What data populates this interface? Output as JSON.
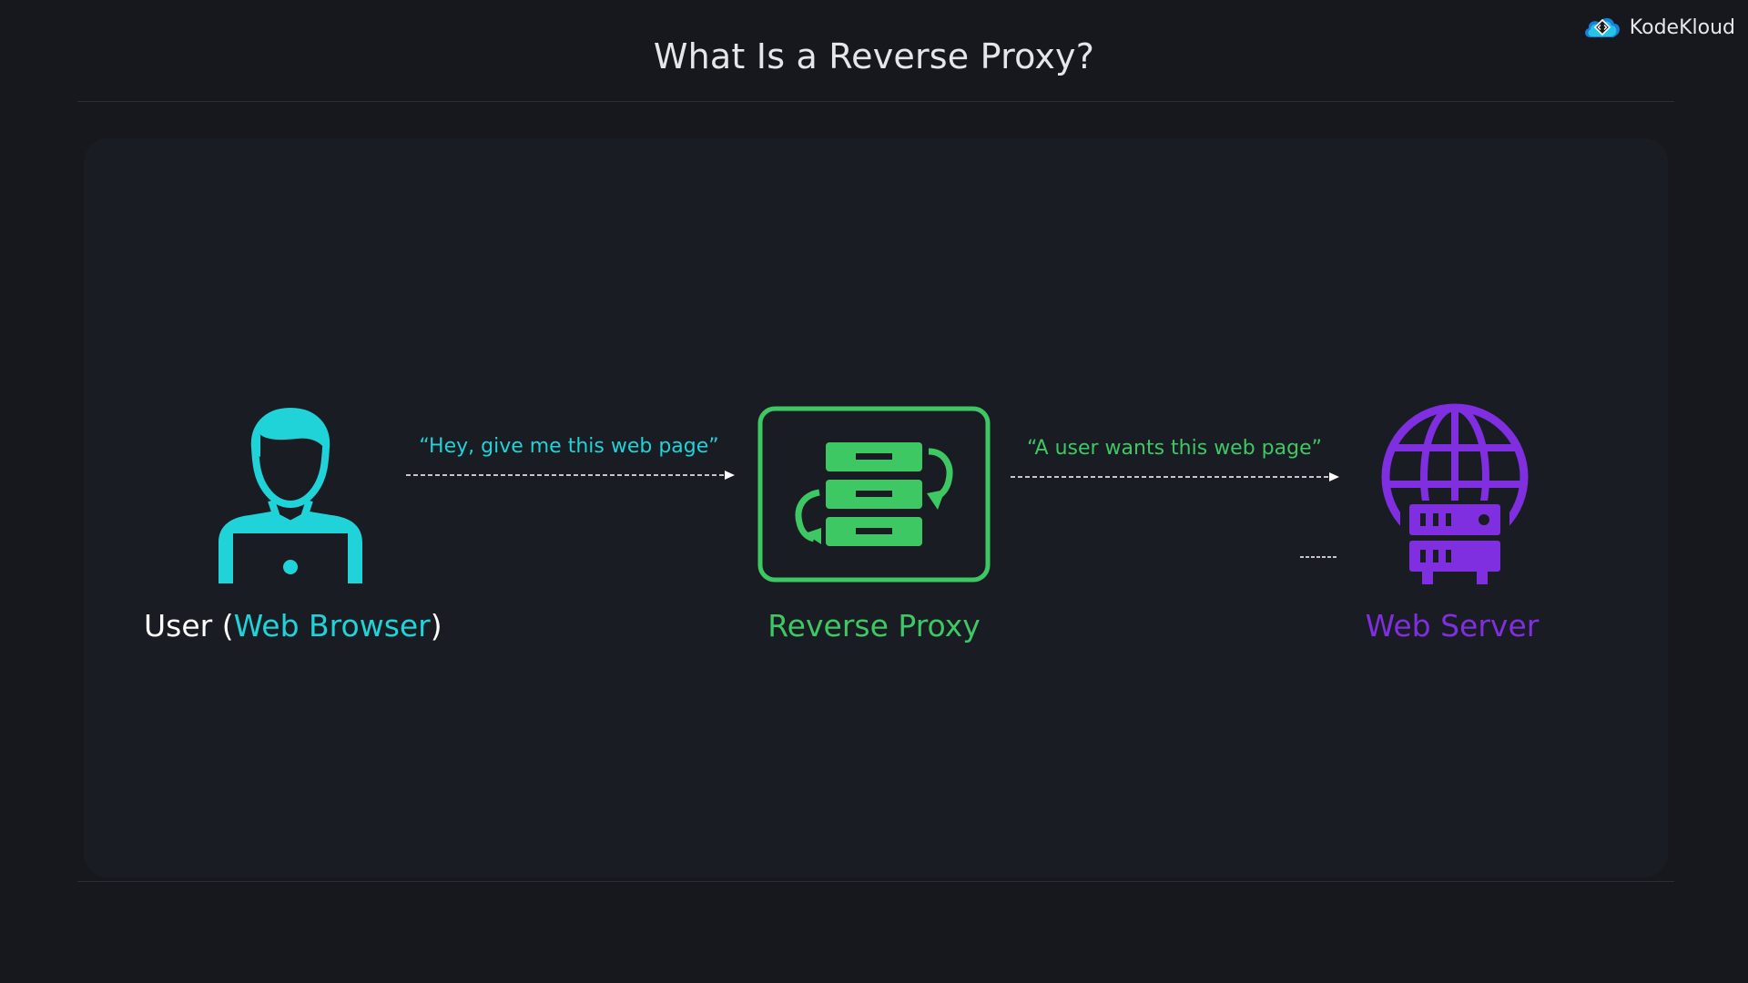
{
  "slide": {
    "title": "What Is a Reverse Proxy?"
  },
  "brand": {
    "name": "KodeKloud",
    "icon": "kodekloud-cloud-icon"
  },
  "diagram": {
    "user": {
      "label_prefix": "User (",
      "label_highlight": "Web Browser",
      "label_suffix": ")",
      "icon": "user-laptop-icon"
    },
    "proxy": {
      "label": "Reverse Proxy",
      "icon": "server-sync-icon"
    },
    "server": {
      "label": "Web Server",
      "icon": "globe-server-icon"
    },
    "arrows": [
      {
        "text": "“Hey, give me this web page”"
      },
      {
        "text": "“A user wants this web page”"
      }
    ]
  },
  "colors": {
    "background": "#16181d",
    "panel": "#191c22",
    "cyan": "#1fd3d8",
    "green": "#3ec864",
    "purple": "#7f2ee0",
    "white": "#ffffff",
    "title": "#e6e6ea"
  }
}
